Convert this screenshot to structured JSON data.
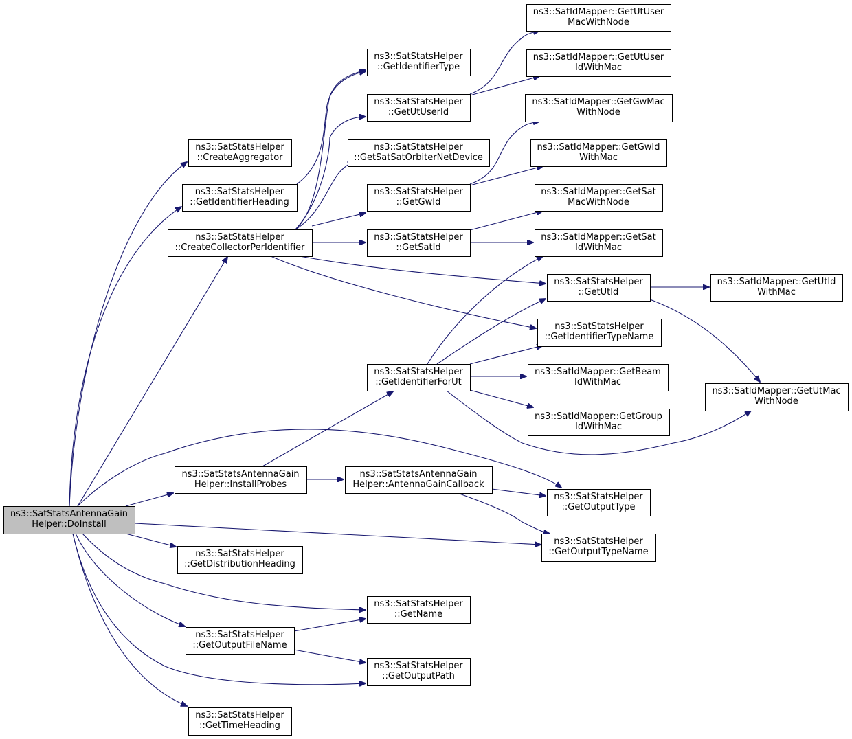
{
  "nodes": [
    {
      "id": "doinstall",
      "lines": [
        "ns3::SatStatsAntennaGain",
        "Helper::DoInstall"
      ],
      "root": true
    },
    {
      "id": "createaggregator",
      "lines": [
        "ns3::SatStatsHelper",
        "::CreateAggregator"
      ]
    },
    {
      "id": "getidentifierheading",
      "lines": [
        "ns3::SatStatsHelper",
        "::GetIdentifierHeading"
      ]
    },
    {
      "id": "createcollector",
      "lines": [
        "ns3::SatStatsHelper",
        "::CreateCollectorPerIdentifier"
      ]
    },
    {
      "id": "installprobes",
      "lines": [
        "ns3::SatStatsAntennaGain",
        "Helper::InstallProbes"
      ]
    },
    {
      "id": "getdistributionheading",
      "lines": [
        "ns3::SatStatsHelper",
        "::GetDistributionHeading"
      ]
    },
    {
      "id": "getoutputfilename",
      "lines": [
        "ns3::SatStatsHelper",
        "::GetOutputFileName"
      ]
    },
    {
      "id": "gettimeheading",
      "lines": [
        "ns3::SatStatsHelper",
        "::GetTimeHeading"
      ]
    },
    {
      "id": "getidentifiertype",
      "lines": [
        "ns3::SatStatsHelper",
        "::GetIdentifierType"
      ]
    },
    {
      "id": "getutuserid",
      "lines": [
        "ns3::SatStatsHelper",
        "::GetUtUserId"
      ]
    },
    {
      "id": "getsatsatorbiter",
      "lines": [
        "ns3::SatStatsHelper",
        "::GetSatSatOrbiterNetDevice"
      ]
    },
    {
      "id": "getgwid",
      "lines": [
        "ns3::SatStatsHelper",
        "::GetGwId"
      ]
    },
    {
      "id": "getsatid",
      "lines": [
        "ns3::SatStatsHelper",
        "::GetSatId"
      ]
    },
    {
      "id": "getidentifierforut",
      "lines": [
        "ns3::SatStatsHelper",
        "::GetIdentifierForUt"
      ]
    },
    {
      "id": "antennagaincallback",
      "lines": [
        "ns3::SatStatsAntennaGain",
        "Helper::AntennaGainCallback"
      ]
    },
    {
      "id": "getname",
      "lines": [
        "ns3::SatStatsHelper",
        "::GetName"
      ]
    },
    {
      "id": "getoutputpath",
      "lines": [
        "ns3::SatStatsHelper",
        "::GetOutputPath"
      ]
    },
    {
      "id": "getututusermacwithnode",
      "lines": [
        "ns3::SatIdMapper::GetUtUser",
        "MacWithNode"
      ]
    },
    {
      "id": "getutuseridwithmac",
      "lines": [
        "ns3::SatIdMapper::GetUtUser",
        "IdWithMac"
      ]
    },
    {
      "id": "getgwmacwithnode",
      "lines": [
        "ns3::SatIdMapper::GetGwMac",
        "WithNode"
      ]
    },
    {
      "id": "getgwidwithmac",
      "lines": [
        "ns3::SatIdMapper::GetGwId",
        "WithMac"
      ]
    },
    {
      "id": "getsatmacwithnode",
      "lines": [
        "ns3::SatIdMapper::GetSat",
        "MacWithNode"
      ]
    },
    {
      "id": "getsatidwithmac",
      "lines": [
        "ns3::SatIdMapper::GetSat",
        "IdWithMac"
      ]
    },
    {
      "id": "getutid",
      "lines": [
        "ns3::SatStatsHelper",
        "::GetUtId"
      ]
    },
    {
      "id": "getidentifiertypename",
      "lines": [
        "ns3::SatStatsHelper",
        "::GetIdentifierTypeName"
      ]
    },
    {
      "id": "getbeamidwithmac",
      "lines": [
        "ns3::SatIdMapper::GetBeam",
        "IdWithMac"
      ]
    },
    {
      "id": "getgroupidwithmac",
      "lines": [
        "ns3::SatIdMapper::GetGroup",
        "IdWithMac"
      ]
    },
    {
      "id": "getoutputtype",
      "lines": [
        "ns3::SatStatsHelper",
        "::GetOutputType"
      ]
    },
    {
      "id": "getoutputtypename",
      "lines": [
        "ns3::SatStatsHelper",
        "::GetOutputTypeName"
      ]
    },
    {
      "id": "getutidwithmac",
      "lines": [
        "ns3::SatIdMapper::GetUtId",
        "WithMac"
      ]
    },
    {
      "id": "getutmacwithnode",
      "lines": [
        "ns3::SatIdMapper::GetUtMac",
        "WithNode"
      ]
    }
  ],
  "edges": [
    [
      "doinstall",
      "createaggregator"
    ],
    [
      "doinstall",
      "getidentifierheading"
    ],
    [
      "doinstall",
      "createcollector"
    ],
    [
      "doinstall",
      "installprobes"
    ],
    [
      "doinstall",
      "getoutputtype"
    ],
    [
      "doinstall",
      "getoutputtypename"
    ],
    [
      "doinstall",
      "getdistributionheading"
    ],
    [
      "doinstall",
      "getname"
    ],
    [
      "doinstall",
      "getoutputfilename"
    ],
    [
      "doinstall",
      "getoutputpath"
    ],
    [
      "doinstall",
      "gettimeheading"
    ],
    [
      "getidentifierheading",
      "getidentifiertype"
    ],
    [
      "createcollector",
      "getidentifiertype"
    ],
    [
      "createcollector",
      "getutuserid"
    ],
    [
      "createcollector",
      "getsatsatorbiter"
    ],
    [
      "createcollector",
      "getgwid"
    ],
    [
      "createcollector",
      "getsatid"
    ],
    [
      "createcollector",
      "getutid"
    ],
    [
      "createcollector",
      "getidentifiertypename"
    ],
    [
      "getutuserid",
      "getututusermacwithnode"
    ],
    [
      "getutuserid",
      "getutuseridwithmac"
    ],
    [
      "getgwid",
      "getgwmacwithnode"
    ],
    [
      "getgwid",
      "getgwidwithmac"
    ],
    [
      "getsatid",
      "getsatmacwithnode"
    ],
    [
      "getsatid",
      "getsatidwithmac"
    ],
    [
      "getutid",
      "getutidwithmac"
    ],
    [
      "getutid",
      "getutmacwithnode"
    ],
    [
      "installprobes",
      "getidentifierforut"
    ],
    [
      "installprobes",
      "antennagaincallback"
    ],
    [
      "getidentifierforut",
      "getsatidwithmac"
    ],
    [
      "getidentifierforut",
      "getutid"
    ],
    [
      "getidentifierforut",
      "getidentifiertypename"
    ],
    [
      "getidentifierforut",
      "getbeamidwithmac"
    ],
    [
      "getidentifierforut",
      "getgroupidwithmac"
    ],
    [
      "getidentifierforut",
      "getutmacwithnode"
    ],
    [
      "antennagaincallback",
      "getoutputtype"
    ],
    [
      "antennagaincallback",
      "getoutputtypename"
    ],
    [
      "getoutputfilename",
      "getname"
    ],
    [
      "getoutputfilename",
      "getoutputpath"
    ]
  ]
}
